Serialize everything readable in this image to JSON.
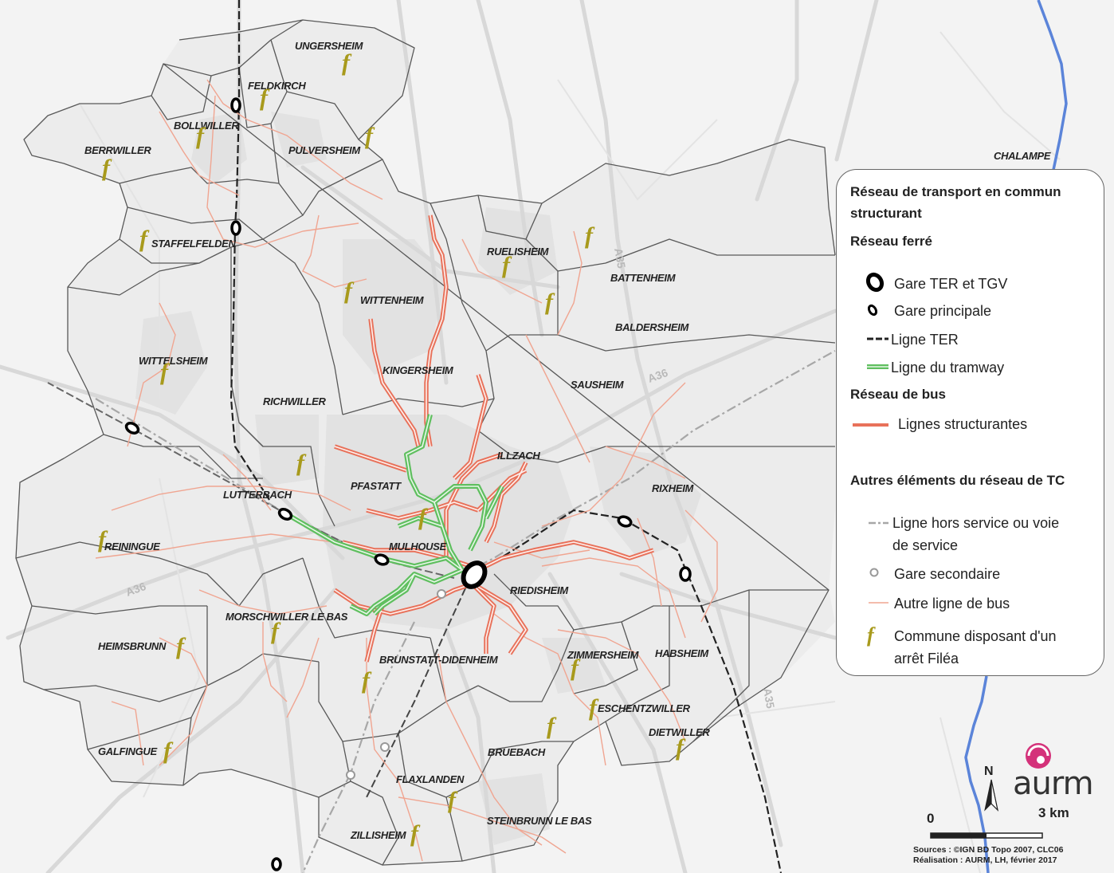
{
  "map": {
    "communes": [
      {
        "name": "UNGERSHEIM",
        "fx": 429,
        "fy": 88
      },
      {
        "name": "FELDKIRCH",
        "fx": 326,
        "fy": 132
      },
      {
        "name": "BOLLWILLER",
        "fx": 246,
        "fy": 180
      },
      {
        "name": "PULVERSHEIM",
        "fx": 458,
        "fy": 180
      },
      {
        "name": "BERRWILLER",
        "fx": 128,
        "fy": 220
      },
      {
        "name": "STAFFELFELDEN",
        "fx": 175,
        "fy": 309
      },
      {
        "name": "RUELISHEIM",
        "fx": 630,
        "fy": 342
      },
      {
        "name": "BATTENHEIM",
        "fx": 734,
        "fy": 305
      },
      {
        "name": "WITTENHEIM",
        "fx": 432,
        "fy": 374
      },
      {
        "name": "BALDERSHEIM",
        "fx": 684,
        "fy": 388
      },
      {
        "name": "WITTELSHEIM",
        "fx": 201,
        "fy": 476
      },
      {
        "name": "KINGERSHEIM",
        "fx": null,
        "fy": null
      },
      {
        "name": "SAUSHEIM",
        "fx": null,
        "fy": null
      },
      {
        "name": "RICHWILLER",
        "fx": null,
        "fy": null
      },
      {
        "name": "ILLZACH",
        "fx": null,
        "fy": null
      },
      {
        "name": "LUTTERBACH",
        "fx": 372,
        "fy": 590
      },
      {
        "name": "PFASTATT",
        "fx": null,
        "fy": null
      },
      {
        "name": "RIXHEIM",
        "fx": null,
        "fy": null
      },
      {
        "name": "REININGUE",
        "fx": 123,
        "fy": 686
      },
      {
        "name": "MULHOUSE",
        "fx": 525,
        "fy": 658
      },
      {
        "name": "RIEDISHEIM",
        "fx": null,
        "fy": null
      },
      {
        "name": "MORSCHWILLER LE BAS",
        "fx": 340,
        "fy": 801
      },
      {
        "name": "HEIMSBRUNN",
        "fx": 221,
        "fy": 820
      },
      {
        "name": "BRUNSTATT-DIDENHEIM",
        "fx": 454,
        "fy": 863
      },
      {
        "name": "ZIMMERSHEIM",
        "fx": 716,
        "fy": 847
      },
      {
        "name": "HABSHEIM",
        "fx": null,
        "fy": null
      },
      {
        "name": "ESCHENTZWILLER",
        "fx": 739,
        "fy": 897
      },
      {
        "name": "DIETWILLER",
        "fx": 848,
        "fy": 947
      },
      {
        "name": "GALFINGUE",
        "fx": 205,
        "fy": 951
      },
      {
        "name": "BRUEBACH",
        "fx": 686,
        "fy": 920
      },
      {
        "name": "FLAXLANDEN",
        "fx": 562,
        "fy": 1013
      },
      {
        "name": "STEINBRUNN LE BAS",
        "fx": null,
        "fy": null
      },
      {
        "name": "ZILLISHEIM",
        "fx": 515,
        "fy": 1055
      },
      {
        "name": "CHALAMPE",
        "fx": null,
        "fy": null
      }
    ],
    "roads": [
      "A35",
      "A36",
      "A36",
      "A35"
    ],
    "colors": {
      "bus_structurant": "#e8715a",
      "bus_other": "#f0a591",
      "tram": "#6cc86c",
      "river": "#5b84d9",
      "boundary": "#585858",
      "road": "#d6d6d6",
      "fmark": "#a89a1c"
    }
  },
  "legend": {
    "title": "Réseau de transport en commun structurant",
    "sections": [
      {
        "heading": "Réseau ferré",
        "items": [
          {
            "label": "Gare TER et TGV",
            "icon": "major-station-icon"
          },
          {
            "label": "Gare principale",
            "icon": "main-station-icon"
          },
          {
            "label": "Ligne TER",
            "icon": "ter-line-icon"
          },
          {
            "label": "Ligne du tramway",
            "icon": "tram-line-icon"
          }
        ]
      },
      {
        "heading": "Réseau de bus",
        "items": [
          {
            "label": "Lignes structurantes",
            "icon": "structurant-bus-line-icon"
          }
        ]
      },
      {
        "heading": "Autres éléments du réseau de TC",
        "items": [
          {
            "label": "Ligne hors service ou voie de service",
            "icon": "out-of-service-line-icon"
          },
          {
            "label": "Gare secondaire",
            "icon": "secondary-station-icon"
          },
          {
            "label": "Autre ligne de bus",
            "icon": "other-bus-line-icon"
          },
          {
            "label": "Commune disposant d'un arrêt Filéa",
            "icon": "filea-f-icon"
          }
        ]
      }
    ]
  },
  "north_label": "N",
  "scale": {
    "start": "0",
    "end": "3 km"
  },
  "logo": "aurm",
  "sources": [
    "Sources : ©IGN BD Topo 2007, CLC06",
    "Réalisation : AURM, LH, février 2017"
  ]
}
